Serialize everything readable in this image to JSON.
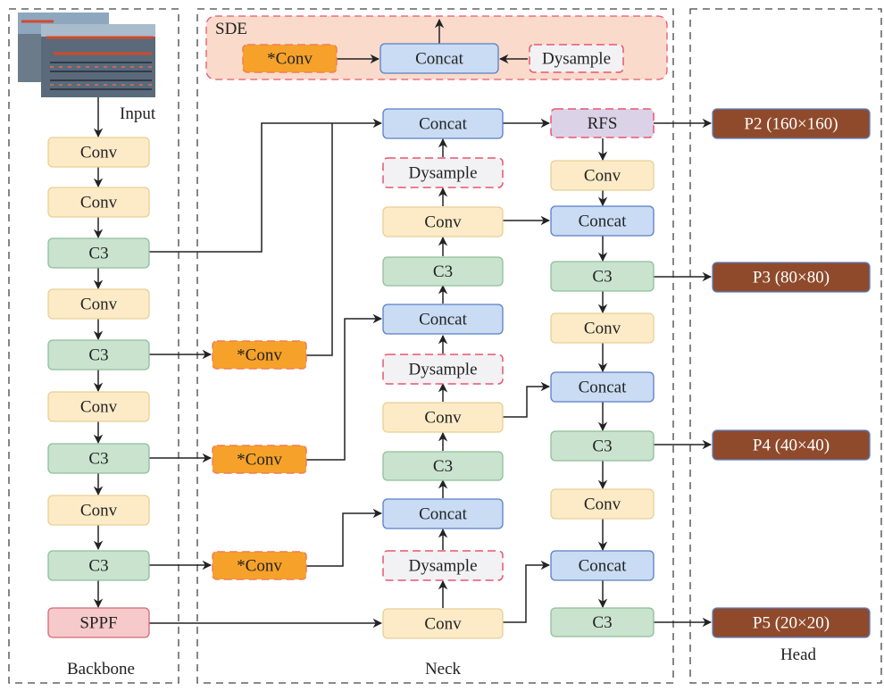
{
  "sections": {
    "backbone": "Backbone",
    "neck": "Neck",
    "head": "Head",
    "sde": "SDE",
    "input": "Input"
  },
  "colors": {
    "conv_fill": "#fdebc8",
    "conv_stroke": "#e8cf95",
    "c3_fill": "#c9e3cf",
    "c3_stroke": "#8fbf98",
    "concat_fill": "#c9dcf3",
    "concat_stroke": "#5a7ec6",
    "dysample_fill": "#f2f1f3",
    "dysample_stroke": "#e8566f",
    "sconv_fill": "#f6a22a",
    "sconv_stroke": "#f07d5a",
    "sppf_fill": "#f6c9cb",
    "sppf_stroke": "#d46a72",
    "rfs_fill": "#dcd2e8",
    "rfs_stroke": "#e8566f",
    "head_fill": "#8f4a2c",
    "head_stroke": "#5a7ec6",
    "sde_fill": "#fadbcb",
    "sde_stroke": "#e8566f",
    "line": "#222222",
    "frame": "#444444"
  },
  "nodes": [
    {
      "id": "b_conv1",
      "type": "conv",
      "label": "Conv"
    },
    {
      "id": "b_conv2",
      "type": "conv",
      "label": "Conv"
    },
    {
      "id": "b_c3_1",
      "type": "c3",
      "label": "C3"
    },
    {
      "id": "b_conv3",
      "type": "conv",
      "label": "Conv"
    },
    {
      "id": "b_c3_2",
      "type": "c3",
      "label": "C3"
    },
    {
      "id": "b_conv4",
      "type": "conv",
      "label": "Conv"
    },
    {
      "id": "b_c3_3",
      "type": "c3",
      "label": "C3"
    },
    {
      "id": "b_conv5",
      "type": "conv",
      "label": "Conv"
    },
    {
      "id": "b_c3_4",
      "type": "c3",
      "label": "C3"
    },
    {
      "id": "b_sppf",
      "type": "sppf",
      "label": "SPPF"
    },
    {
      "id": "s_conv1",
      "type": "sconv",
      "label": "*Conv"
    },
    {
      "id": "s_conv2",
      "type": "sconv",
      "label": "*Conv"
    },
    {
      "id": "s_conv3",
      "type": "sconv",
      "label": "*Conv"
    },
    {
      "id": "n_concat1",
      "type": "concat",
      "label": "Concat"
    },
    {
      "id": "n_dys1",
      "type": "dysample",
      "label": "Dysample"
    },
    {
      "id": "n_conv1",
      "type": "conv",
      "label": "Conv"
    },
    {
      "id": "n_c3_1",
      "type": "c3",
      "label": "C3"
    },
    {
      "id": "n_concat2",
      "type": "concat",
      "label": "Concat"
    },
    {
      "id": "n_dys2",
      "type": "dysample",
      "label": "Dysample"
    },
    {
      "id": "n_conv2",
      "type": "conv",
      "label": "Conv"
    },
    {
      "id": "n_c3_2",
      "type": "c3",
      "label": "C3"
    },
    {
      "id": "n_concat3",
      "type": "concat",
      "label": "Concat"
    },
    {
      "id": "n_dys3",
      "type": "dysample",
      "label": "Dysample"
    },
    {
      "id": "n_conv3",
      "type": "conv",
      "label": "Conv"
    },
    {
      "id": "r_rfs",
      "type": "rfs",
      "label": "RFS"
    },
    {
      "id": "r_conv1",
      "type": "conv",
      "label": "Conv"
    },
    {
      "id": "r_concat1",
      "type": "concat",
      "label": "Concat"
    },
    {
      "id": "r_c3_1",
      "type": "c3",
      "label": "C3"
    },
    {
      "id": "r_conv2",
      "type": "conv",
      "label": "Conv"
    },
    {
      "id": "r_concat2",
      "type": "concat",
      "label": "Concat"
    },
    {
      "id": "r_c3_2",
      "type": "c3",
      "label": "C3"
    },
    {
      "id": "r_conv3",
      "type": "conv",
      "label": "Conv"
    },
    {
      "id": "r_concat3",
      "type": "concat",
      "label": "Concat"
    },
    {
      "id": "r_c3_3",
      "type": "c3",
      "label": "C3"
    },
    {
      "id": "h_p2",
      "type": "head",
      "label": "P2 (160×160)"
    },
    {
      "id": "h_p3",
      "type": "head",
      "label": "P3 (80×80)"
    },
    {
      "id": "h_p4",
      "type": "head",
      "label": "P4 (40×40)"
    },
    {
      "id": "h_p5",
      "type": "head",
      "label": "P5 (20×20)"
    },
    {
      "id": "sde_conv",
      "type": "sconv",
      "label": "*Conv"
    },
    {
      "id": "sde_concat",
      "type": "concat",
      "label": "Concat"
    },
    {
      "id": "sde_dys",
      "type": "dysample",
      "label": "Dysample"
    }
  ]
}
